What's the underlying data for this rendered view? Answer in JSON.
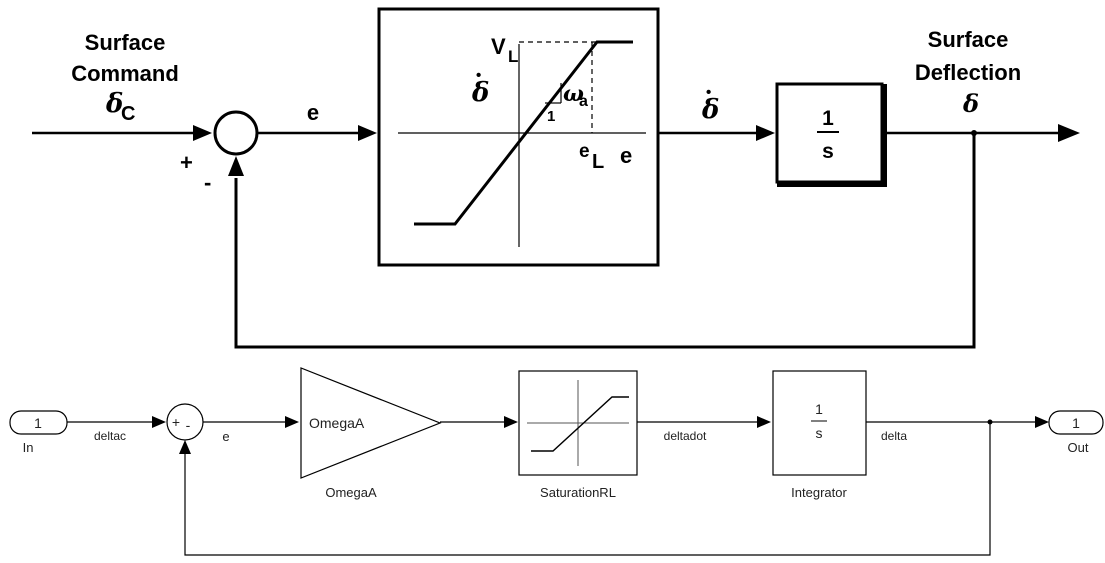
{
  "top_diagram": {
    "input_label": {
      "line1": "Surface",
      "line2": "Command",
      "symbol": "δ",
      "subscript": "C"
    },
    "output_label": {
      "line1": "Surface",
      "line2": "Deflection",
      "symbol": "δ"
    },
    "sum_signs": {
      "plus": "+",
      "minus": "-"
    },
    "error_signal": "e",
    "rate_signal": {
      "symbol": "δ",
      "dot": "•"
    },
    "saturation_plot": {
      "y_axis_symbol": "δ",
      "y_axis_dot": "•",
      "vl_label": "V",
      "vl_sub": "L",
      "slope_symbol": "ω",
      "slope_sub": "a",
      "slope_run": "1",
      "el_label": "e",
      "el_sub": "L",
      "x_axis_label": "e"
    },
    "integrator": {
      "numerator": "1",
      "denominator": "s"
    }
  },
  "bottom_diagram": {
    "inport": {
      "number": "1",
      "name": "In"
    },
    "signal_deltac": "deltac",
    "sum_signs": {
      "plus": "+",
      "minus": "-"
    },
    "signal_e": "e",
    "gain": {
      "inner_label": "OmegaA",
      "name": "OmegaA"
    },
    "saturation": {
      "name": "SaturationRL"
    },
    "signal_deltadot": "deltadot",
    "integrator": {
      "numerator": "1",
      "denominator": "s",
      "name": "Integrator"
    },
    "signal_delta": "delta",
    "outport": {
      "number": "1",
      "name": "Out"
    }
  }
}
